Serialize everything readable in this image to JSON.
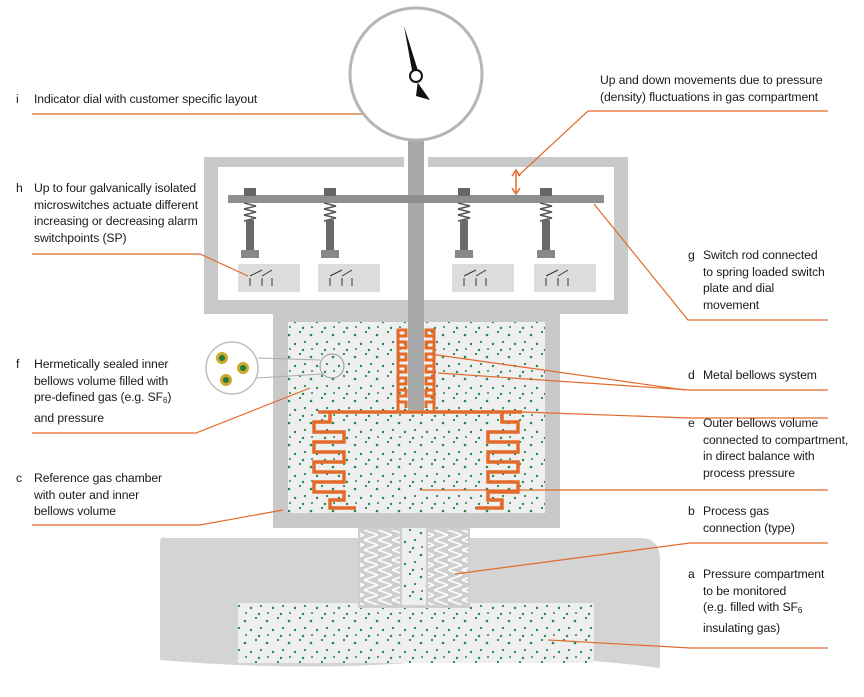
{
  "colors": {
    "housing": "#c9c9c9",
    "housing_fill": "#e6e6e6",
    "bellows": "#e36a2a",
    "leader": "#e36a2a",
    "gas_dot": "#1f8a4c",
    "gas_fill": "#efefef",
    "dial_face": "#ffffff",
    "needle": "#111111"
  },
  "labels": {
    "i": {
      "letter": "i",
      "text": "Indicator dial with customer specific layout"
    },
    "top_right": {
      "line1": "Up and down movements due to pressure",
      "line2": "(density) fluctuations in gas compartment"
    },
    "h": {
      "letter": "h",
      "line1": "Up to four galvanically isolated",
      "line2": "microswitches actuate different",
      "line3": "increasing or decreasing alarm",
      "line4": "switchpoints (SP)"
    },
    "g": {
      "letter": "g",
      "line1": "Switch rod connected",
      "line2": "to spring loaded switch",
      "line3": "plate and dial",
      "line4": "movement"
    },
    "f": {
      "letter": "f",
      "line1": "Hermetically sealed inner",
      "line2": "bellows volume filled with",
      "line3a": "pre-defined gas (e.g. SF",
      "line3sub": "6",
      "line3b": ")",
      "line4": "and pressure"
    },
    "d": {
      "letter": "d",
      "text": "Metal bellows system"
    },
    "e": {
      "letter": "e",
      "line1": "Outer bellows volume",
      "line2": "connected to compartment,",
      "line3": "in direct balance with",
      "line4": "process pressure"
    },
    "c": {
      "letter": "c",
      "line1": "Reference gas chamber",
      "line2": "with outer and inner",
      "line3": "bellows volume"
    },
    "b": {
      "letter": "b",
      "line1": "Process gas",
      "line2": "connection (type)"
    },
    "a": {
      "letter": "a",
      "line1": "Pressure compartment",
      "line2": "to be monitored",
      "line3a": "(e.g. filled with SF",
      "line3sub": "6",
      "line4": "insulating gas)"
    }
  }
}
